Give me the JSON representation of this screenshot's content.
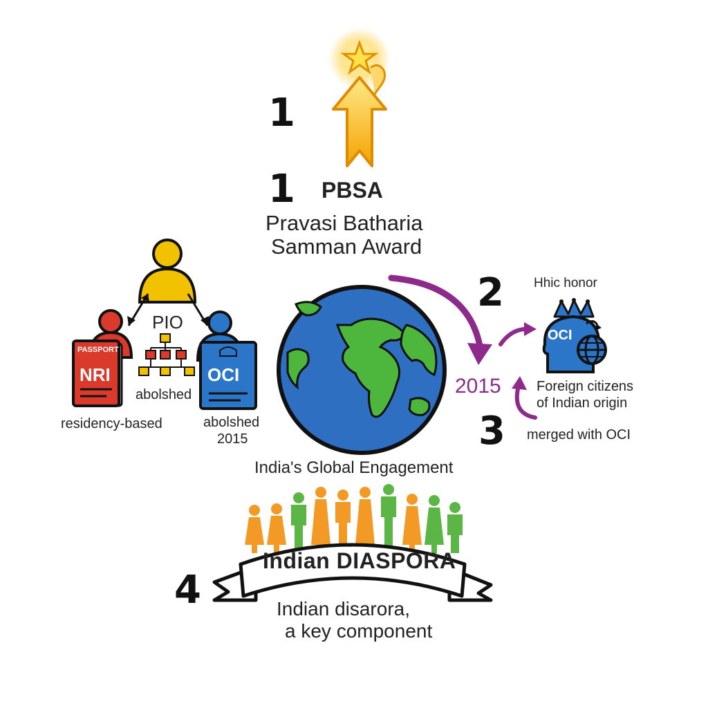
{
  "steps": {
    "s1a": "1",
    "s1b": "1",
    "s2": "2",
    "s3": "3",
    "s4": "4"
  },
  "award": {
    "abbr": "PBSA",
    "name_line1": "Pravasi Batharia",
    "name_line2": "Samman Award"
  },
  "left": {
    "pio_label": "PIO",
    "nri_card": "NRI",
    "passport_label": "PASSPORT",
    "oci_card": "OCI",
    "abolished_mid": "abolshed",
    "residency": "residency-based",
    "abolished_line1": "abolshed",
    "abolished_line2": "2015"
  },
  "center": {
    "globe_caption": "India's Global Engagement",
    "year": "2015"
  },
  "right": {
    "honor": "Hhic honor",
    "oci_head": "OCI",
    "foreign_line1": "Foreign citizens",
    "foreign_line2": "of Indian origin",
    "merged": "merged with OCI"
  },
  "diaspora": {
    "banner": "Indian DIASPORA",
    "caption_line1": "Indian disarora,",
    "caption_line2": "a key component"
  },
  "colors": {
    "star": "#f4b400",
    "arrow_purple": "#8e2a8c",
    "ocean": "#2f6fc2",
    "land": "#4cb63d",
    "nri_red": "#d93a2b",
    "oci_blue": "#2c76c9",
    "person_yellow": "#f2c200",
    "orange": "#f29a25",
    "green": "#5bb646"
  },
  "icons": [
    "star-arrow-icon",
    "hand-icon",
    "person-icon",
    "passport-icon",
    "org-chart-icon",
    "globe-icon",
    "crown-icon",
    "people-crowd-icon",
    "ribbon-banner-icon"
  ]
}
